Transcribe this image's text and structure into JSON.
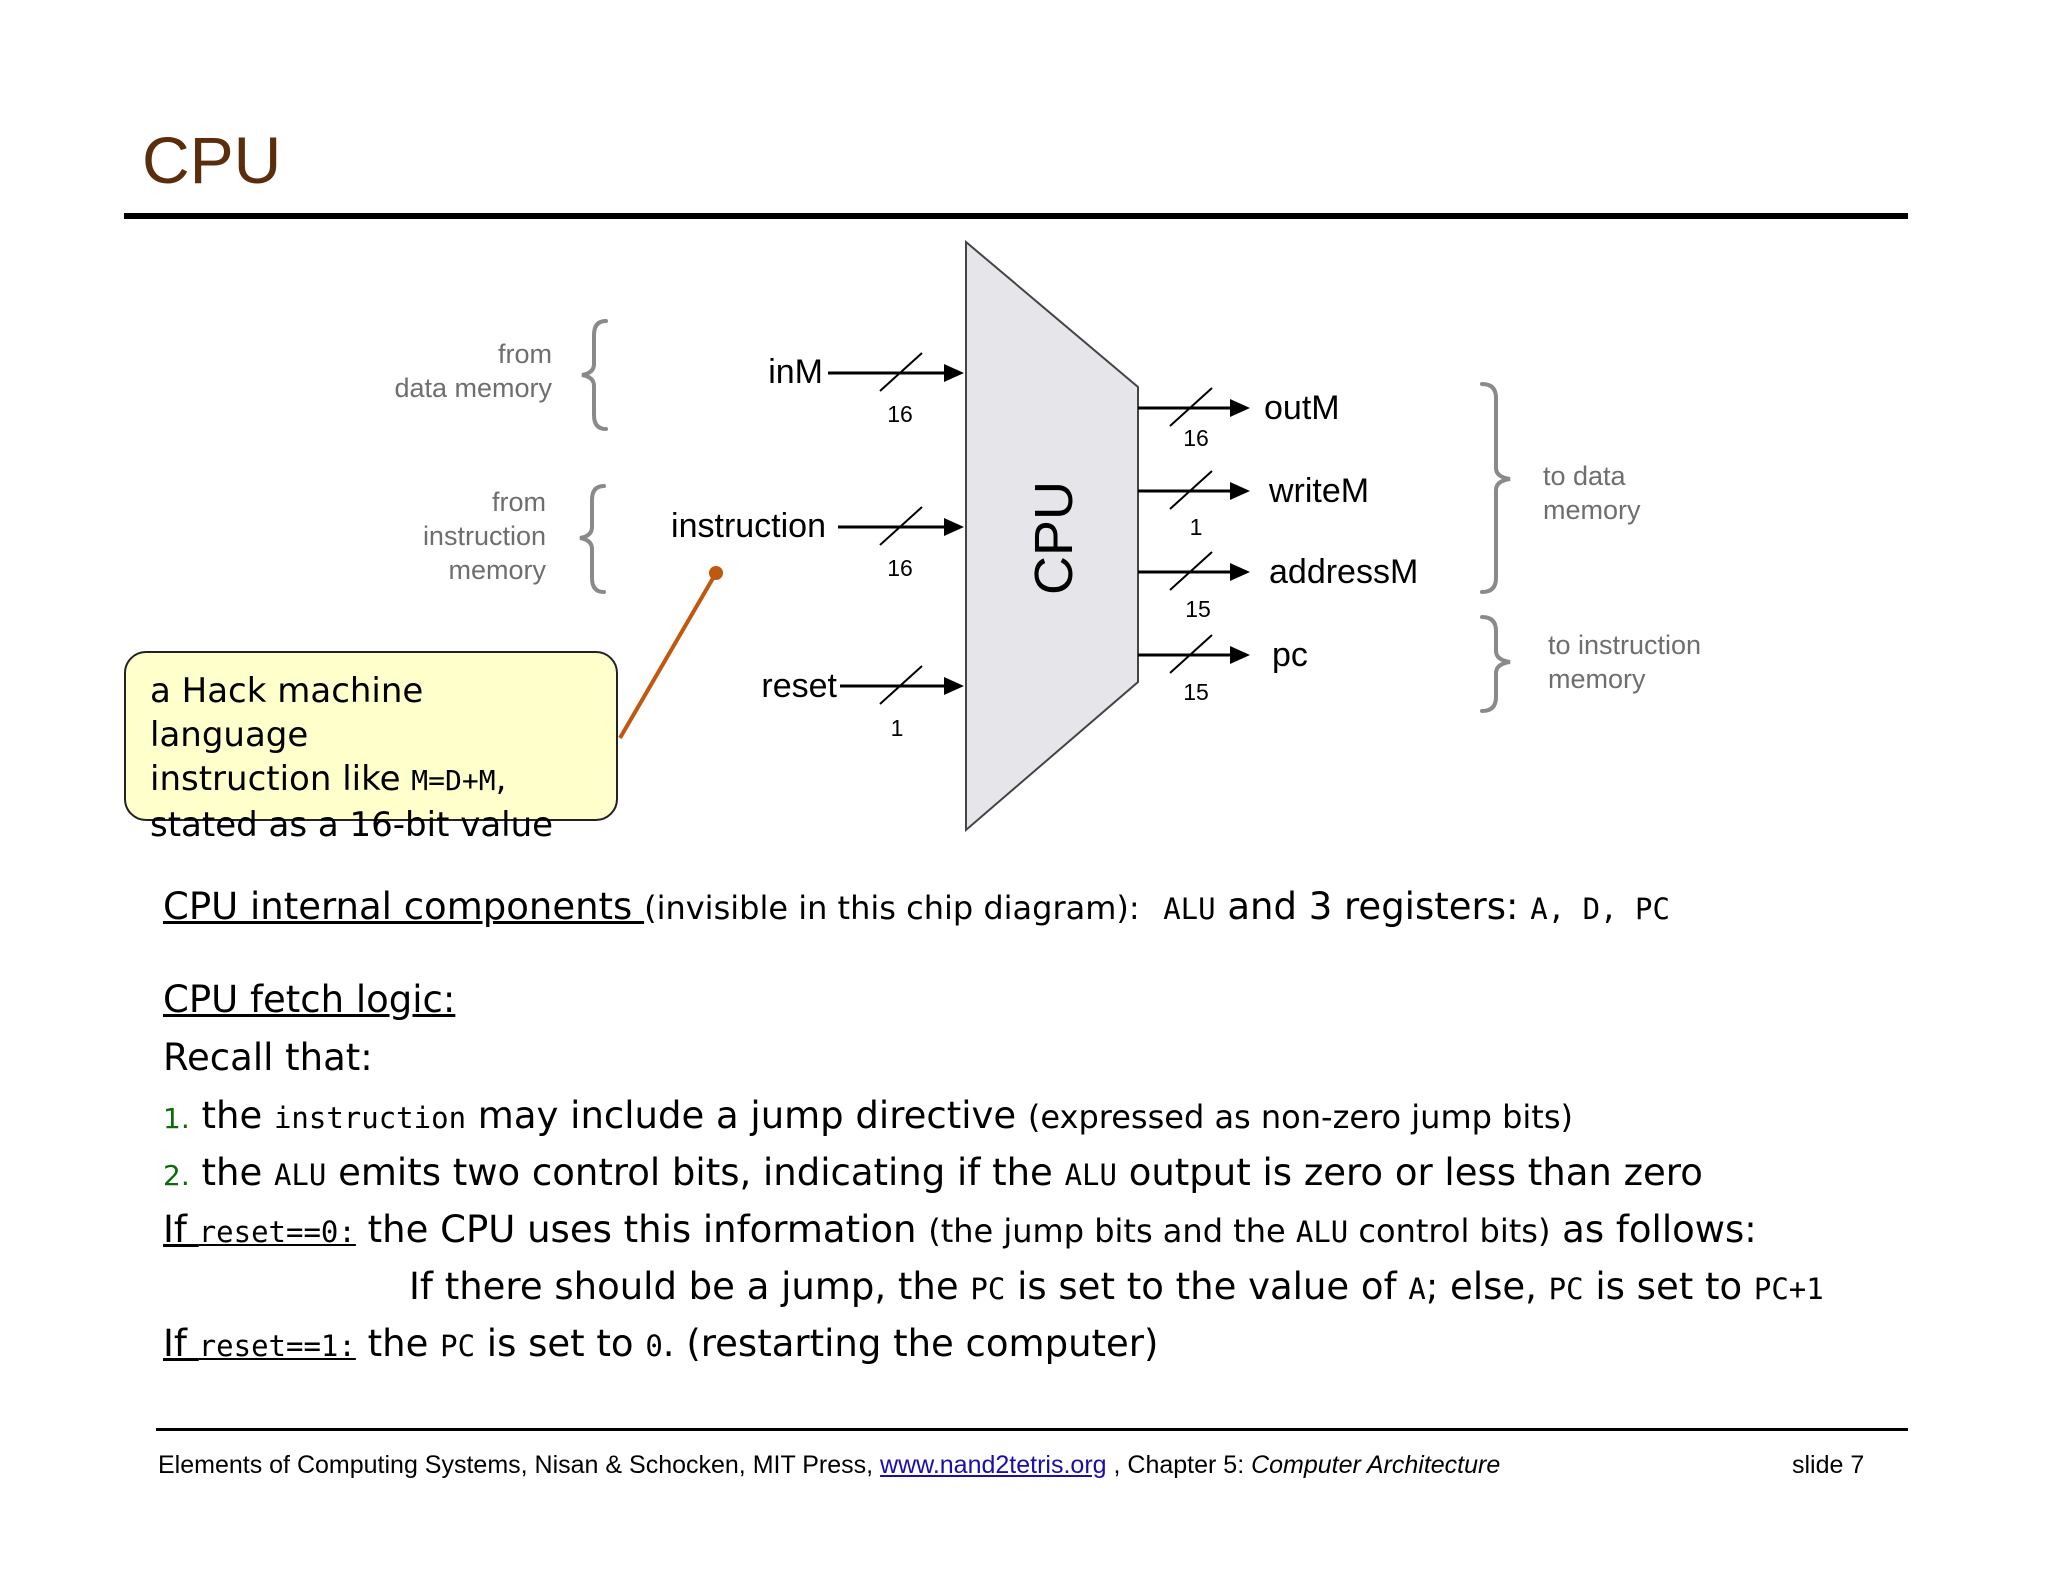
{
  "title": "CPU",
  "diagram": {
    "chip_label": "CPU",
    "inputs": [
      {
        "name": "inM",
        "width": "16",
        "source": [
          "from",
          "data memory"
        ]
      },
      {
        "name": "instruction",
        "width": "16",
        "source": [
          "from",
          "instruction",
          "memory"
        ]
      },
      {
        "name": "reset",
        "width": "1"
      }
    ],
    "outputs": [
      {
        "name": "outM",
        "width": "16"
      },
      {
        "name": "writeM",
        "width": "1"
      },
      {
        "name": "addressM",
        "width": "15"
      },
      {
        "name": "pc",
        "width": "15"
      }
    ],
    "dest_data": [
      "to data",
      "memory"
    ],
    "dest_instruction": [
      "to instruction",
      "memory"
    ]
  },
  "callout": {
    "line1": "a Hack machine language",
    "line2_pre": "instruction like ",
    "line2_code": "M=D+M",
    "line2_post": ",",
    "line3": "stated as a 16-bit value"
  },
  "body": {
    "components_head": "CPU internal components ",
    "components_paren": "(invisible in this chip diagram):",
    "components_alu": "ALU",
    "components_mid": " and 3 registers: ",
    "components_regs": "A, D, PC",
    "fetch_head": "CPU fetch logic:",
    "recall": "Recall that:",
    "item1_num": "1.",
    "item1_a": " the ",
    "item1_code": "instruction",
    "item1_b": " may include a jump directive ",
    "item1_paren": "(expressed as non-zero jump bits)",
    "item2_num": "2.",
    "item2_a": " the ",
    "item2_code1": "ALU",
    "item2_b": " emits two control bits, indicating if the ",
    "item2_code2": "ALU",
    "item2_c": " output is zero or less than zero",
    "reset0_if": "If",
    "reset0_code": "reset==0:",
    "reset0_a": " the CPU uses this information ",
    "reset0_paren_a": "(the jump bits and the ",
    "reset0_paren_code": "ALU",
    "reset0_paren_b": " control bits)",
    "reset0_b": " as follows:",
    "jump_a": "If there should be a jump, the ",
    "jump_pc1": "PC",
    "jump_b": " is set to the value of ",
    "jump_a_reg": "A",
    "jump_c": "; else, ",
    "jump_pc2": "PC",
    "jump_d": " is set to ",
    "jump_pc3": "PC+1",
    "reset1_if": "If",
    "reset1_code": "reset==1:",
    "reset1_a": " the ",
    "reset1_pc": "PC",
    "reset1_b": " is set to ",
    "reset1_zero": "0",
    "reset1_c": ".  (restarting the computer)"
  },
  "footer": {
    "text_a": "Elements of Computing Systems, Nisan & Schocken, MIT Press, ",
    "link": "www.nand2tetris.org",
    "text_b": " , Chapter 5: ",
    "chapter": "Computer Architecture",
    "slide": "slide 7"
  },
  "colors": {
    "title": "#5a2d0c",
    "callout_bg": "#ffffcc",
    "pointer": "#c0580f",
    "chip_fill": "#e6e6ea",
    "gray_text": "#6e6e6e"
  }
}
